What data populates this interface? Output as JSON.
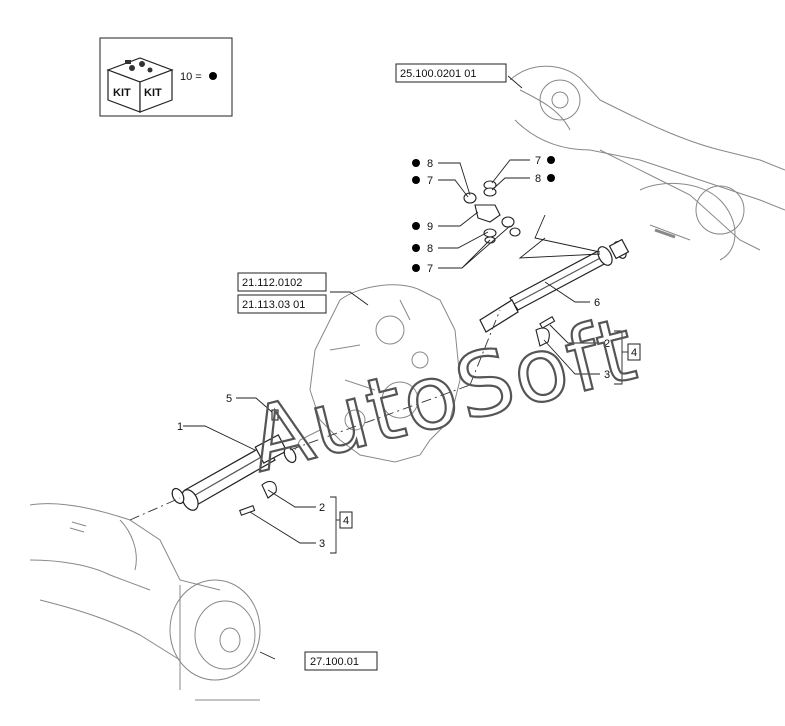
{
  "kit_box": {
    "kit_text_left": "KIT",
    "kit_text_right": "KIT",
    "legend_label": "10 ="
  },
  "references": {
    "front_axle": "25.100.0201 01",
    "gearbox_a": "21.112.0102",
    "gearbox_b": "21.113.03 01",
    "rear_axle": "27.100.01"
  },
  "callouts": {
    "c8_top_left": "8",
    "c7_top_left": "7",
    "c7_top_right": "7",
    "c8_top_right": "8",
    "c9": "9",
    "c8_mid": "8",
    "c7_low": "7",
    "c6": "6",
    "c2_right": "2",
    "c3_right": "3",
    "c4_right": "4",
    "c5": "5",
    "c1": "1",
    "c2_left": "2",
    "c3_left": "3",
    "c4_left": "4"
  },
  "watermark": "AutoSoft",
  "colors": {
    "line": "#222222",
    "light_line": "#999999",
    "bullet": "#000000"
  }
}
